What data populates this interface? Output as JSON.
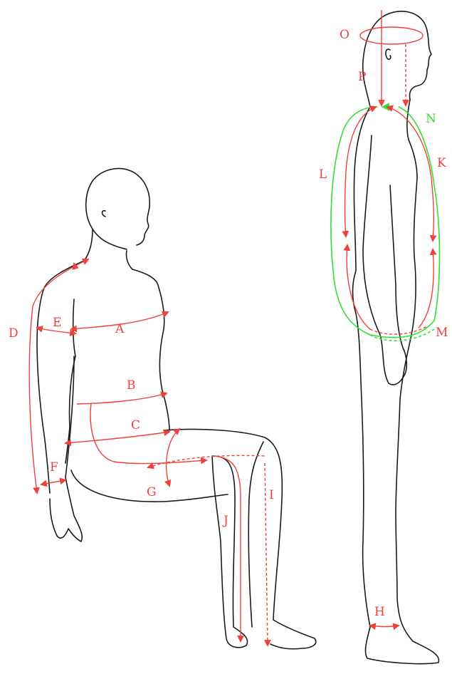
{
  "labels": {
    "A": "A",
    "B": "B",
    "C": "C",
    "D": "D",
    "E": "E",
    "F": "F",
    "G": "G",
    "H": "H",
    "I": "I",
    "J": "J",
    "K": "K",
    "L": "L",
    "M": "M",
    "N": "N",
    "O": "O",
    "P": "P"
  },
  "colors": {
    "measure": "#f0403c",
    "measure_alt": "#33e033",
    "outline": "#1a1a1a"
  }
}
